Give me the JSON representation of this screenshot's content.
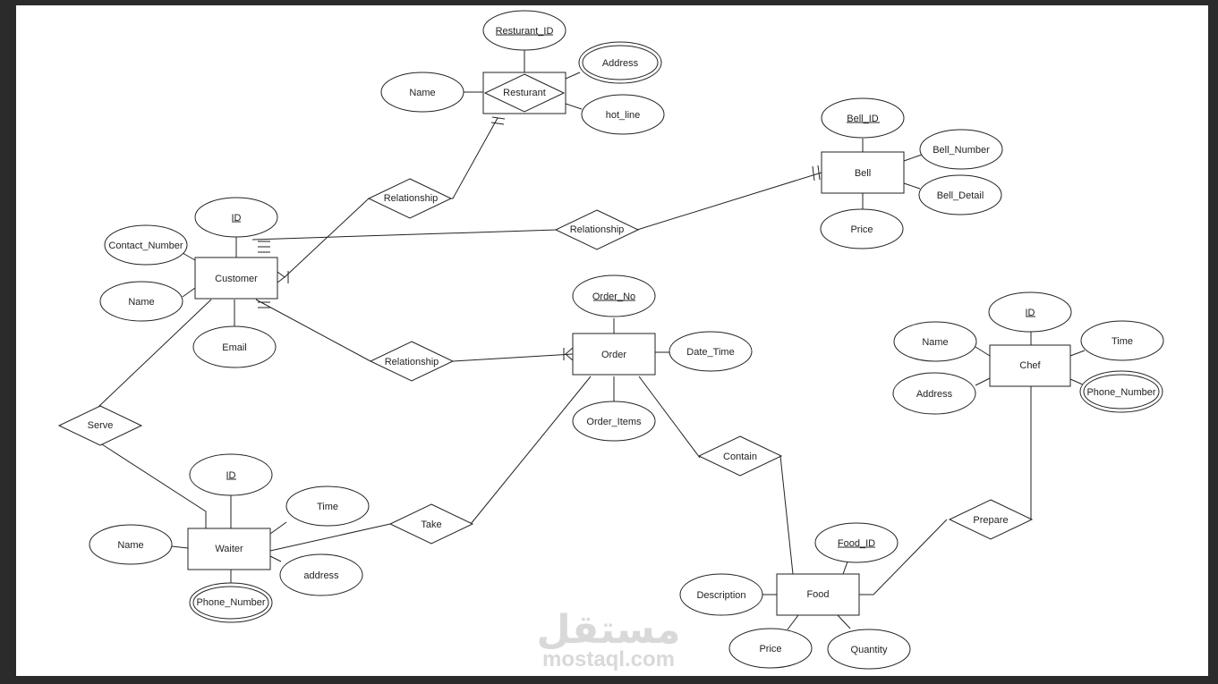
{
  "entities": {
    "resturant": "Resturant",
    "bell": "Bell",
    "customer": "Customer",
    "order": "Order",
    "chef": "Chef",
    "waiter": "Waiter",
    "food": "Food"
  },
  "attributes": {
    "resturant_id": "Resturant_ID",
    "resturant_address": "Address",
    "resturant_name": "Name",
    "resturant_hotline": "hot_line",
    "bell_id": "Bell_ID",
    "bell_number": "Bell_Number",
    "bell_detail": "Bell_Detail",
    "bell_price": "Price",
    "customer_id": "ID",
    "customer_contact": "Contact_Number",
    "customer_name": "Name",
    "customer_email": "Email",
    "order_no": "Order_No",
    "order_datetime": "Date_Time",
    "order_items": "Order_Items",
    "chef_id": "ID",
    "chef_name": "Name",
    "chef_time": "Time",
    "chef_address": "Address",
    "chef_phone": "Phone_Number",
    "waiter_id": "ID",
    "waiter_time": "Time",
    "waiter_name": "Name",
    "waiter_address": "address",
    "waiter_phone": "Phone_Number",
    "food_id": "Food_ID",
    "food_description": "Description",
    "food_price": "Price",
    "food_quantity": "Quantity"
  },
  "relationships": {
    "customer_resturant": "Relationship",
    "customer_bell": "Relationship",
    "customer_order": "Relationship",
    "serve": "Serve",
    "take": "Take",
    "contain": "Contain",
    "prepare": "Prepare"
  },
  "watermark": {
    "arabic": "مستقل",
    "latin": "mostaql.com"
  }
}
